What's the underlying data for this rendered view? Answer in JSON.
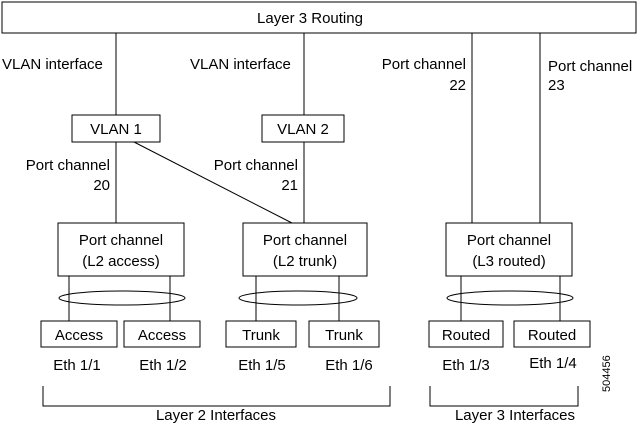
{
  "routing": {
    "label": "Layer 3 Routing"
  },
  "links": {
    "vlan_if_1": "VLAN interface",
    "vlan_if_2": "VLAN interface",
    "pc22_name": "Port channel",
    "pc22_num": "22",
    "pc23_name": "Port channel",
    "pc23_num": "23",
    "pc20_name": "Port channel",
    "pc20_num": "20",
    "pc21_name": "Port channel",
    "pc21_num": "21"
  },
  "vlans": [
    {
      "label": "VLAN 1"
    },
    {
      "label": "VLAN 2"
    }
  ],
  "port_channels": [
    {
      "line1": "Port channel",
      "line2": "(L2 access)"
    },
    {
      "line1": "Port channel",
      "line2": "(L2 trunk)"
    },
    {
      "line1": "Port channel",
      "line2": "(L3 routed)"
    }
  ],
  "ports": [
    {
      "mode": "Access",
      "name": "Eth 1/1"
    },
    {
      "mode": "Access",
      "name": "Eth 1/2"
    },
    {
      "mode": "Trunk",
      "name": "Eth 1/5"
    },
    {
      "mode": "Trunk",
      "name": "Eth 1/6"
    },
    {
      "mode": "Routed",
      "name": "Eth 1/3"
    },
    {
      "mode": "Routed",
      "name": "Eth 1/4"
    }
  ],
  "groups": {
    "l2": "Layer 2 Interfaces",
    "l3": "Layer 3 Interfaces"
  },
  "figure_id": "504456"
}
